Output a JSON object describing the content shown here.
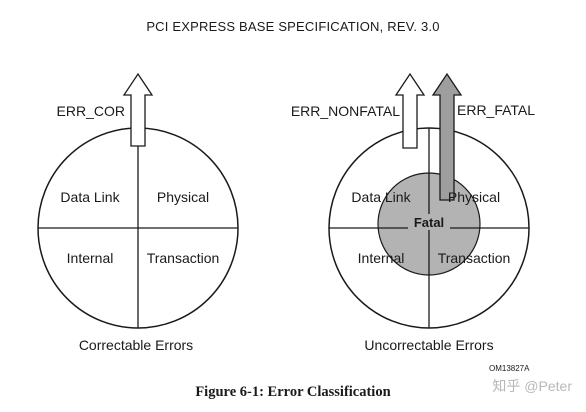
{
  "header": "PCI EXPRESS BASE SPECIFICATION, REV. 3.0",
  "left_diagram": {
    "signal": "ERR_COR",
    "quadrants": {
      "top_left": "Data Link",
      "top_right": "Physical",
      "bottom_left": "Internal",
      "bottom_right": "Transaction"
    },
    "label": "Correctable Errors"
  },
  "right_diagram": {
    "signal_left": "ERR_NONFATAL",
    "signal_right": "ERR_FATAL",
    "quadrants": {
      "top_left": "Data Link",
      "top_right": "Physical",
      "bottom_left": "Internal",
      "bottom_right": "Transaction"
    },
    "center": "Fatal",
    "label": "Uncorrectable Errors"
  },
  "figure_id": "OM13827A",
  "caption": "Figure 6-1:  Error Classification",
  "watermark": "知乎 @Peter",
  "colors": {
    "fatal_fill": "#b3b3b3",
    "arrow_dark": "#9e9e9e",
    "line": "#1a1a1a"
  }
}
